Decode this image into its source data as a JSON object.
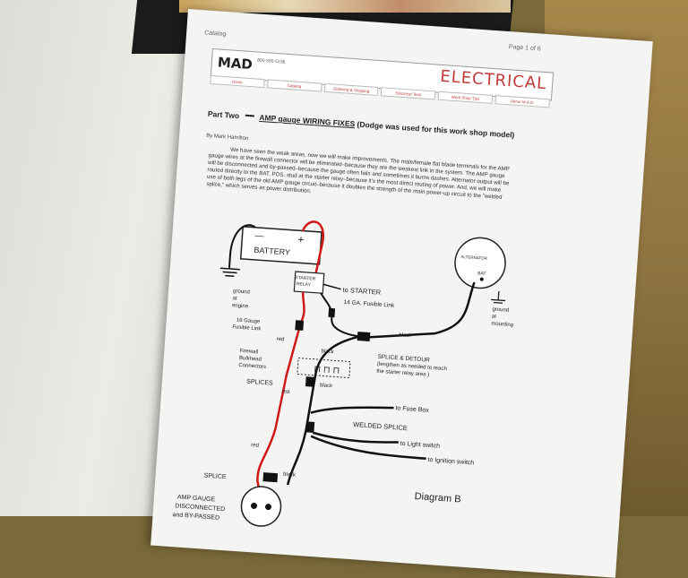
{
  "header": {
    "left": "Catalog",
    "right": "Page 1 of 6"
  },
  "banner": {
    "logo": "MAD",
    "phone": "800-555-5138",
    "title": "ELECTRICAL"
  },
  "nav": [
    "Home",
    "Catalog",
    "Ordering & Shipping",
    "Electrical Tech",
    "Work Shop Tips",
    "About M.A.D."
  ],
  "article": {
    "part": "Part Two",
    "headline": "AMP gauge WIRING FIXES",
    "note": "(Dodge was used for this work shop model)",
    "author": "By Mark Hamilton",
    "paragraph": "We have seen the weak areas, now we will make improvements. The male/female flat blade terminals for the AMP gauge wires at the firewall connector will be eliminated–because they are the weakest link in the system. The AMP gauge will be disconnected and by-passed–because the gauge often fails and sometimes it burns dashes. Alternator output will be routed directly to the BAT. POS. stud at the starter relay–because it's the most direct routing of power. And, we will make use of both legs of the old AMP gauge circuit–because it doubles the strength of the main power-up circuit to the \"welded splice,\" which serves as power distribution."
  },
  "diagram": {
    "battery": "BATTERY",
    "minus": "—",
    "plus": "+",
    "ground_engine": [
      "ground",
      "at",
      "engine"
    ],
    "starter_relay": [
      "STARTER",
      "RELAY"
    ],
    "to_starter": "to STARTER",
    "fusible_14": "14 GA. Fusible Link",
    "fusible_16": [
      "16 Gauge",
      "Fusible Link"
    ],
    "alternator": "ALTERNATOR",
    "bat": "BAT",
    "ground_mounting": [
      "ground",
      "at",
      "mounting"
    ],
    "black": "black",
    "red": "red",
    "firewall": [
      "Firewall",
      "Bulkhead",
      "Connectors"
    ],
    "splice_detour": [
      "SPLICE & DETOUR",
      "(lengthen as needed to reach",
      "the starter relay area )"
    ],
    "splices": "SPLICES",
    "to_fuse_box": "to Fuse Box",
    "welded_splice": "WELDED  SPLICE",
    "to_light": "to Light switch",
    "to_ignition": "to Ignition switch",
    "splice": "SPLICE",
    "amp_gauge": [
      "AMP GAUGE",
      "DISCONNECTED",
      "and BY-PASSED"
    ],
    "diagram_label": "Diagram B"
  },
  "colors": {
    "wire_red": "#d01818",
    "wire_black": "#111111",
    "title_red": "#c23a3a"
  }
}
